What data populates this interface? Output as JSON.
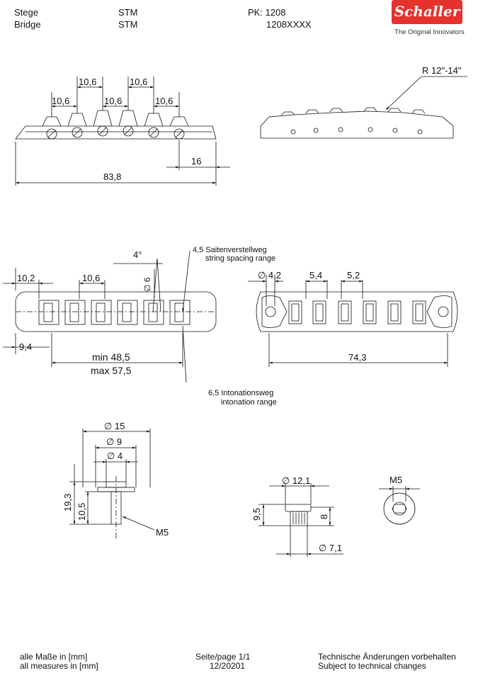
{
  "header": {
    "label_de": "Stege",
    "label_en": "Bridge",
    "model_1": "STM",
    "model_2": "STM",
    "pk": "PK: 1208",
    "article": "1208XXXX",
    "brand": "Schaller",
    "tagline": "The Original Innovators",
    "brand_color": "#e5322d"
  },
  "dims": {
    "front_spacing_top_1": "10,6",
    "front_spacing_top_2": "10,6",
    "front_spacing_bot_1": "10,6",
    "front_spacing_bot_2": "10,6",
    "front_spacing_bot_3": "10,6",
    "front_16": "16",
    "front_total": "83,8",
    "radius": "R 12\"-14\"",
    "top_10_2": "10,2",
    "top_10_6": "10,6",
    "top_angle": "4°",
    "top_dia_6": "∅ 6",
    "spacing_range_value": "4,5 Saitenverstellweg",
    "spacing_range_en": "string spacing range",
    "top_9_4": "9,4",
    "min": "min  48,5",
    "max": "max 57,5",
    "inton_de": "6,5 Intonationsweg",
    "inton_en": "intonation range",
    "base_dia_4_2": "∅ 4,2",
    "base_5_4": "5,4",
    "base_5_2": "5,2",
    "base_74_3": "74,3",
    "stud_15": "∅ 15",
    "stud_9": "∅ 9",
    "stud_4": "∅ 4",
    "stud_19_3": "19,3",
    "stud_10_5": "10,5",
    "stud_m5": "M5",
    "bush_12_1": "∅ 12,1",
    "bush_9_5": "9,5",
    "bush_8": "8",
    "bush_7_1": "∅ 7,1",
    "nut_m5": "M5"
  },
  "footer": {
    "measures_de": "alle Maße in [mm]",
    "measures_en": "all measures in [mm]",
    "page": "Seite/page 1/1",
    "date": "12/20201",
    "changes_de": "Technische Änderungen vorbehalten",
    "changes_en": "Subject to technical changes"
  }
}
